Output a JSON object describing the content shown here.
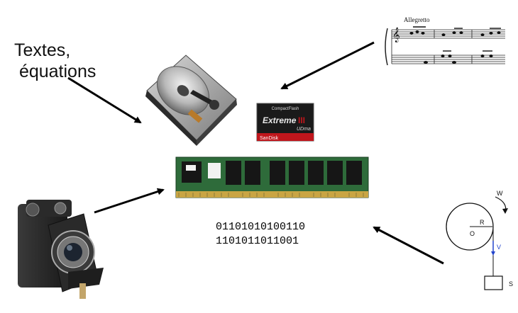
{
  "labels": {
    "textes_line1": "Textes,",
    "textes_line2": " équations",
    "binary_line1": "01101010100110",
    "binary_line2": "1101011011001",
    "score_tempo": "Allegretto",
    "card_top": "CompactFlash",
    "card_brand": "Extreme",
    "card_suffix": "III",
    "card_speed": "UDma",
    "card_maker": "SanDisk",
    "physics_w": "W",
    "physics_r": "R",
    "physics_o": "O",
    "physics_v": "V",
    "physics_s": "S"
  },
  "colors": {
    "arrow": "#000000",
    "card_red": "#c0161c",
    "card_black": "#1a1a1a",
    "ram_green": "#2e6b3a",
    "ram_gold": "#c9a544",
    "vector_blue": "#2244cc"
  }
}
